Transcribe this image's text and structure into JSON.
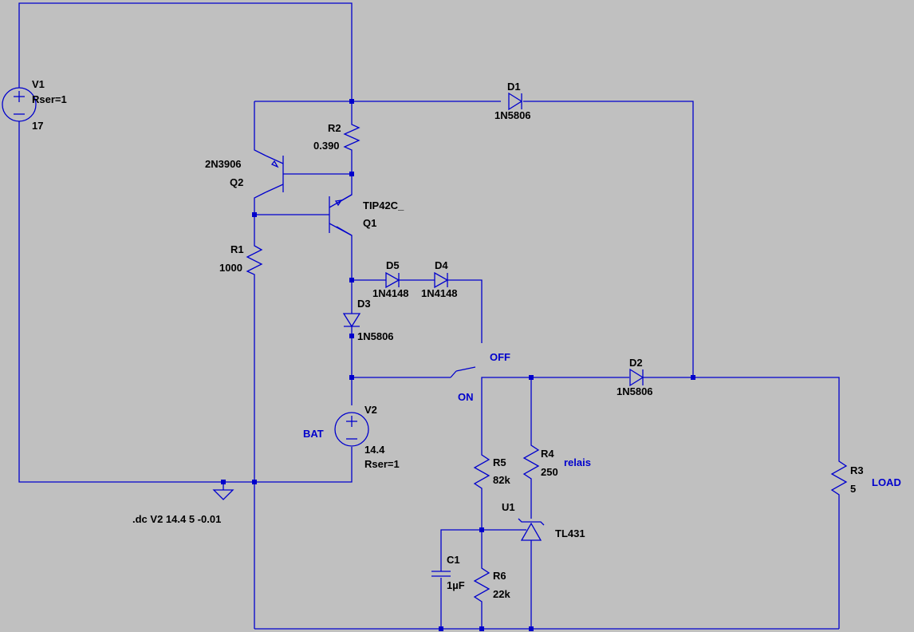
{
  "components": {
    "V1": {
      "name": "V1",
      "param": "Rser=1",
      "value": "17"
    },
    "V2": {
      "name": "V2",
      "value": "14.4",
      "param": "Rser=1",
      "net_label": "BAT"
    },
    "R1": {
      "name": "R1",
      "value": "1000"
    },
    "R2": {
      "name": "R2",
      "value": "0.390"
    },
    "R3": {
      "name": "R3",
      "value": "5",
      "net_label": "LOAD"
    },
    "R4": {
      "name": "R4",
      "value": "250",
      "net_label": "relais"
    },
    "R5": {
      "name": "R5",
      "value": "82k"
    },
    "R6": {
      "name": "R6",
      "value": "22k"
    },
    "C1": {
      "name": "C1",
      "value": "1µF"
    },
    "D1": {
      "name": "D1",
      "value": "1N5806"
    },
    "D2": {
      "name": "D2",
      "value": "1N5806"
    },
    "D3": {
      "name": "D3",
      "value": "1N5806"
    },
    "D4": {
      "name": "D4",
      "value": "1N4148"
    },
    "D5": {
      "name": "D5",
      "value": "1N4148"
    },
    "Q1": {
      "name": "Q1",
      "value": "TIP42C_"
    },
    "Q2": {
      "name": "Q2",
      "value": "2N3906"
    },
    "U1": {
      "name": "U1",
      "value": "TL431"
    }
  },
  "switch": {
    "off_label": "OFF",
    "on_label": "ON"
  },
  "directive": ".dc V2 14.4 5 -0.01",
  "colors": {
    "background": "#c0c0c0",
    "wire": "#0000cc",
    "text": "#000000"
  }
}
